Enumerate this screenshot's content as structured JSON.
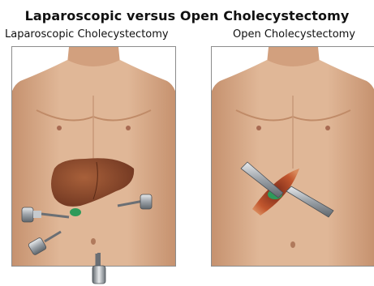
{
  "header": {
    "title": "Laparoscopic versus Open Cholecystectomy"
  },
  "panels": [
    {
      "label": "Laparoscopic Cholecystectomy",
      "icon": "torso-with-laparoscopic-ports-icon"
    },
    {
      "label": "Open Cholecystectomy",
      "icon": "torso-with-open-incision-icon"
    }
  ],
  "colors": {
    "skin": "#dcb08e",
    "skin_shadow": "#c48f6c",
    "liver": "#8a4a2a",
    "gallbladder": "#2e9a5a",
    "incision": "#c2572e",
    "instrument_metal": "#9aa0a6",
    "panel_border": "#8c8c8c"
  }
}
